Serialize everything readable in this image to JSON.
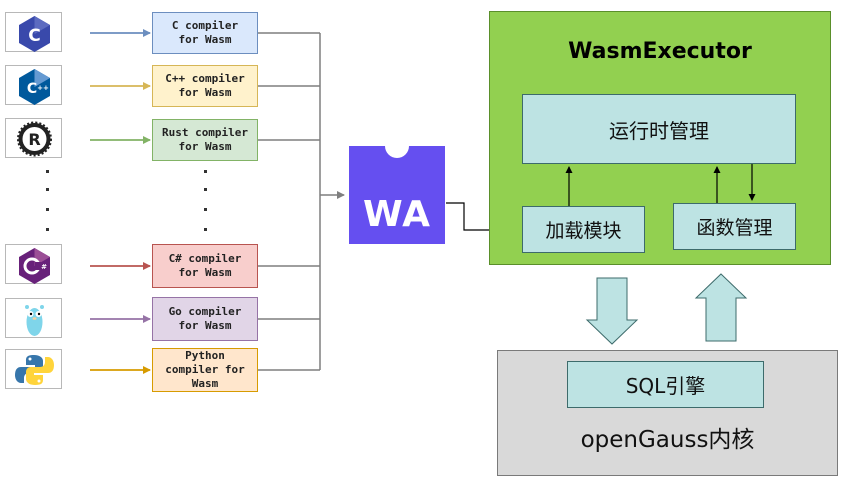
{
  "languages": [
    {
      "name": "c-language",
      "glyph": "C",
      "compiler_lines": [
        "C compiler",
        "for Wasm"
      ],
      "fill": "#dae8fc",
      "stroke": "#6c8ebf",
      "arrow": "#6c8ebf"
    },
    {
      "name": "cpp-language",
      "glyph": "C++",
      "compiler_lines": [
        "C++ compiler",
        "for Wasm"
      ],
      "fill": "#fff2cc",
      "stroke": "#d6b656",
      "arrow": "#d6b656"
    },
    {
      "name": "rust-language",
      "glyph": "R",
      "compiler_lines": [
        "Rust compiler",
        "for Wasm"
      ],
      "fill": "#d5e8d4",
      "stroke": "#82b366",
      "arrow": "#82b366"
    },
    {
      "name": "csharp-language",
      "glyph": "C#",
      "compiler_lines": [
        "C# compiler",
        "for Wasm"
      ],
      "fill": "#f8cecc",
      "stroke": "#b85450",
      "arrow": "#b85450"
    },
    {
      "name": "go-language",
      "glyph": "Go",
      "compiler_lines": [
        "Go compiler",
        "for Wasm"
      ],
      "fill": "#e1d5e7",
      "stroke": "#9673a6",
      "arrow": "#9673a6"
    },
    {
      "name": "python-language",
      "glyph": "Py",
      "compiler_lines": [
        "Python",
        "compiler for",
        "Wasm"
      ],
      "fill": "#ffe6cc",
      "stroke": "#d79b00",
      "arrow": "#d79b00"
    }
  ],
  "wasm_logo": {
    "text": "WA",
    "color": "#654ff0"
  },
  "executor": {
    "title": "WasmExecutor",
    "runtime": "运行时管理",
    "loader": "加载模块",
    "functions": "函数管理"
  },
  "kernel": {
    "sql_engine": "SQL引擎",
    "label": "openGauss内核"
  },
  "colors": {
    "executor_bg": "#92d050",
    "module_bg": "#bde3e3",
    "kernel_bg": "#d9d9d9",
    "big_arrow": "#bde3e3",
    "connector": "#7f7f7f"
  }
}
